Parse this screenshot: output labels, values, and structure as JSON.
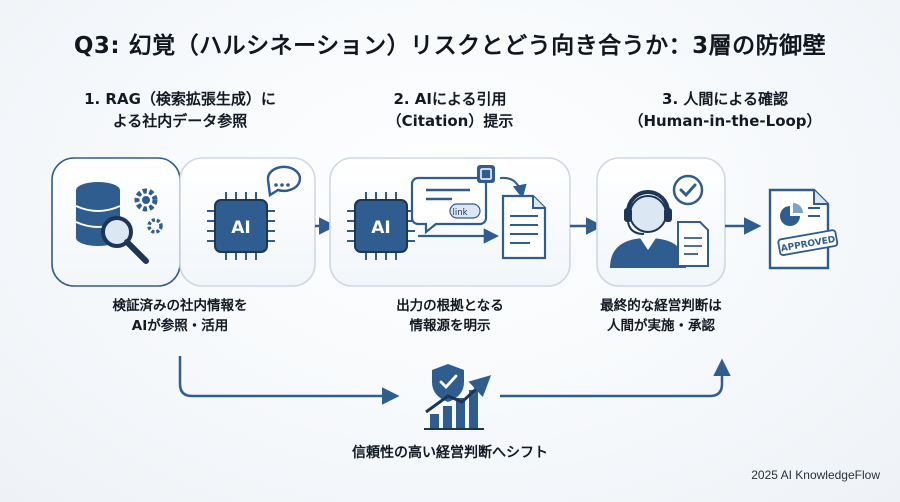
{
  "title": "Q3: 幻覚（ハルシネーション）リスクとどう向き合うか：3層の防御壁",
  "stages": [
    {
      "title_lines": [
        "1. RAG（検索拡張生成）に",
        "よる社内データ参照"
      ],
      "desc_lines": [
        "検証済みの社内情報を",
        "AIが参照・活用"
      ],
      "ai_chip_label": "AI"
    },
    {
      "title_lines": [
        "2. AIによる引用",
        "（Citation）提示"
      ],
      "desc_lines": [
        "出力の根拠となる",
        "情報源を明示"
      ],
      "ai_chip_label": "AI",
      "link_label": "link"
    },
    {
      "title_lines": [
        "3. 人間による確認",
        "（Human-in-the-Loop）"
      ],
      "desc_lines": [
        "最終的な経営判断は",
        "人間が実施・承認"
      ],
      "stamp_label": "APPROVED"
    }
  ],
  "bottom_label": "信頼性の高い経営判断へシフト",
  "footer": "2025 AI KnowledgeFlow",
  "colors": {
    "primary": "#2f5d8f",
    "dark": "#1d3557",
    "light": "#dbe7f3",
    "border": "#cfd8e3"
  }
}
